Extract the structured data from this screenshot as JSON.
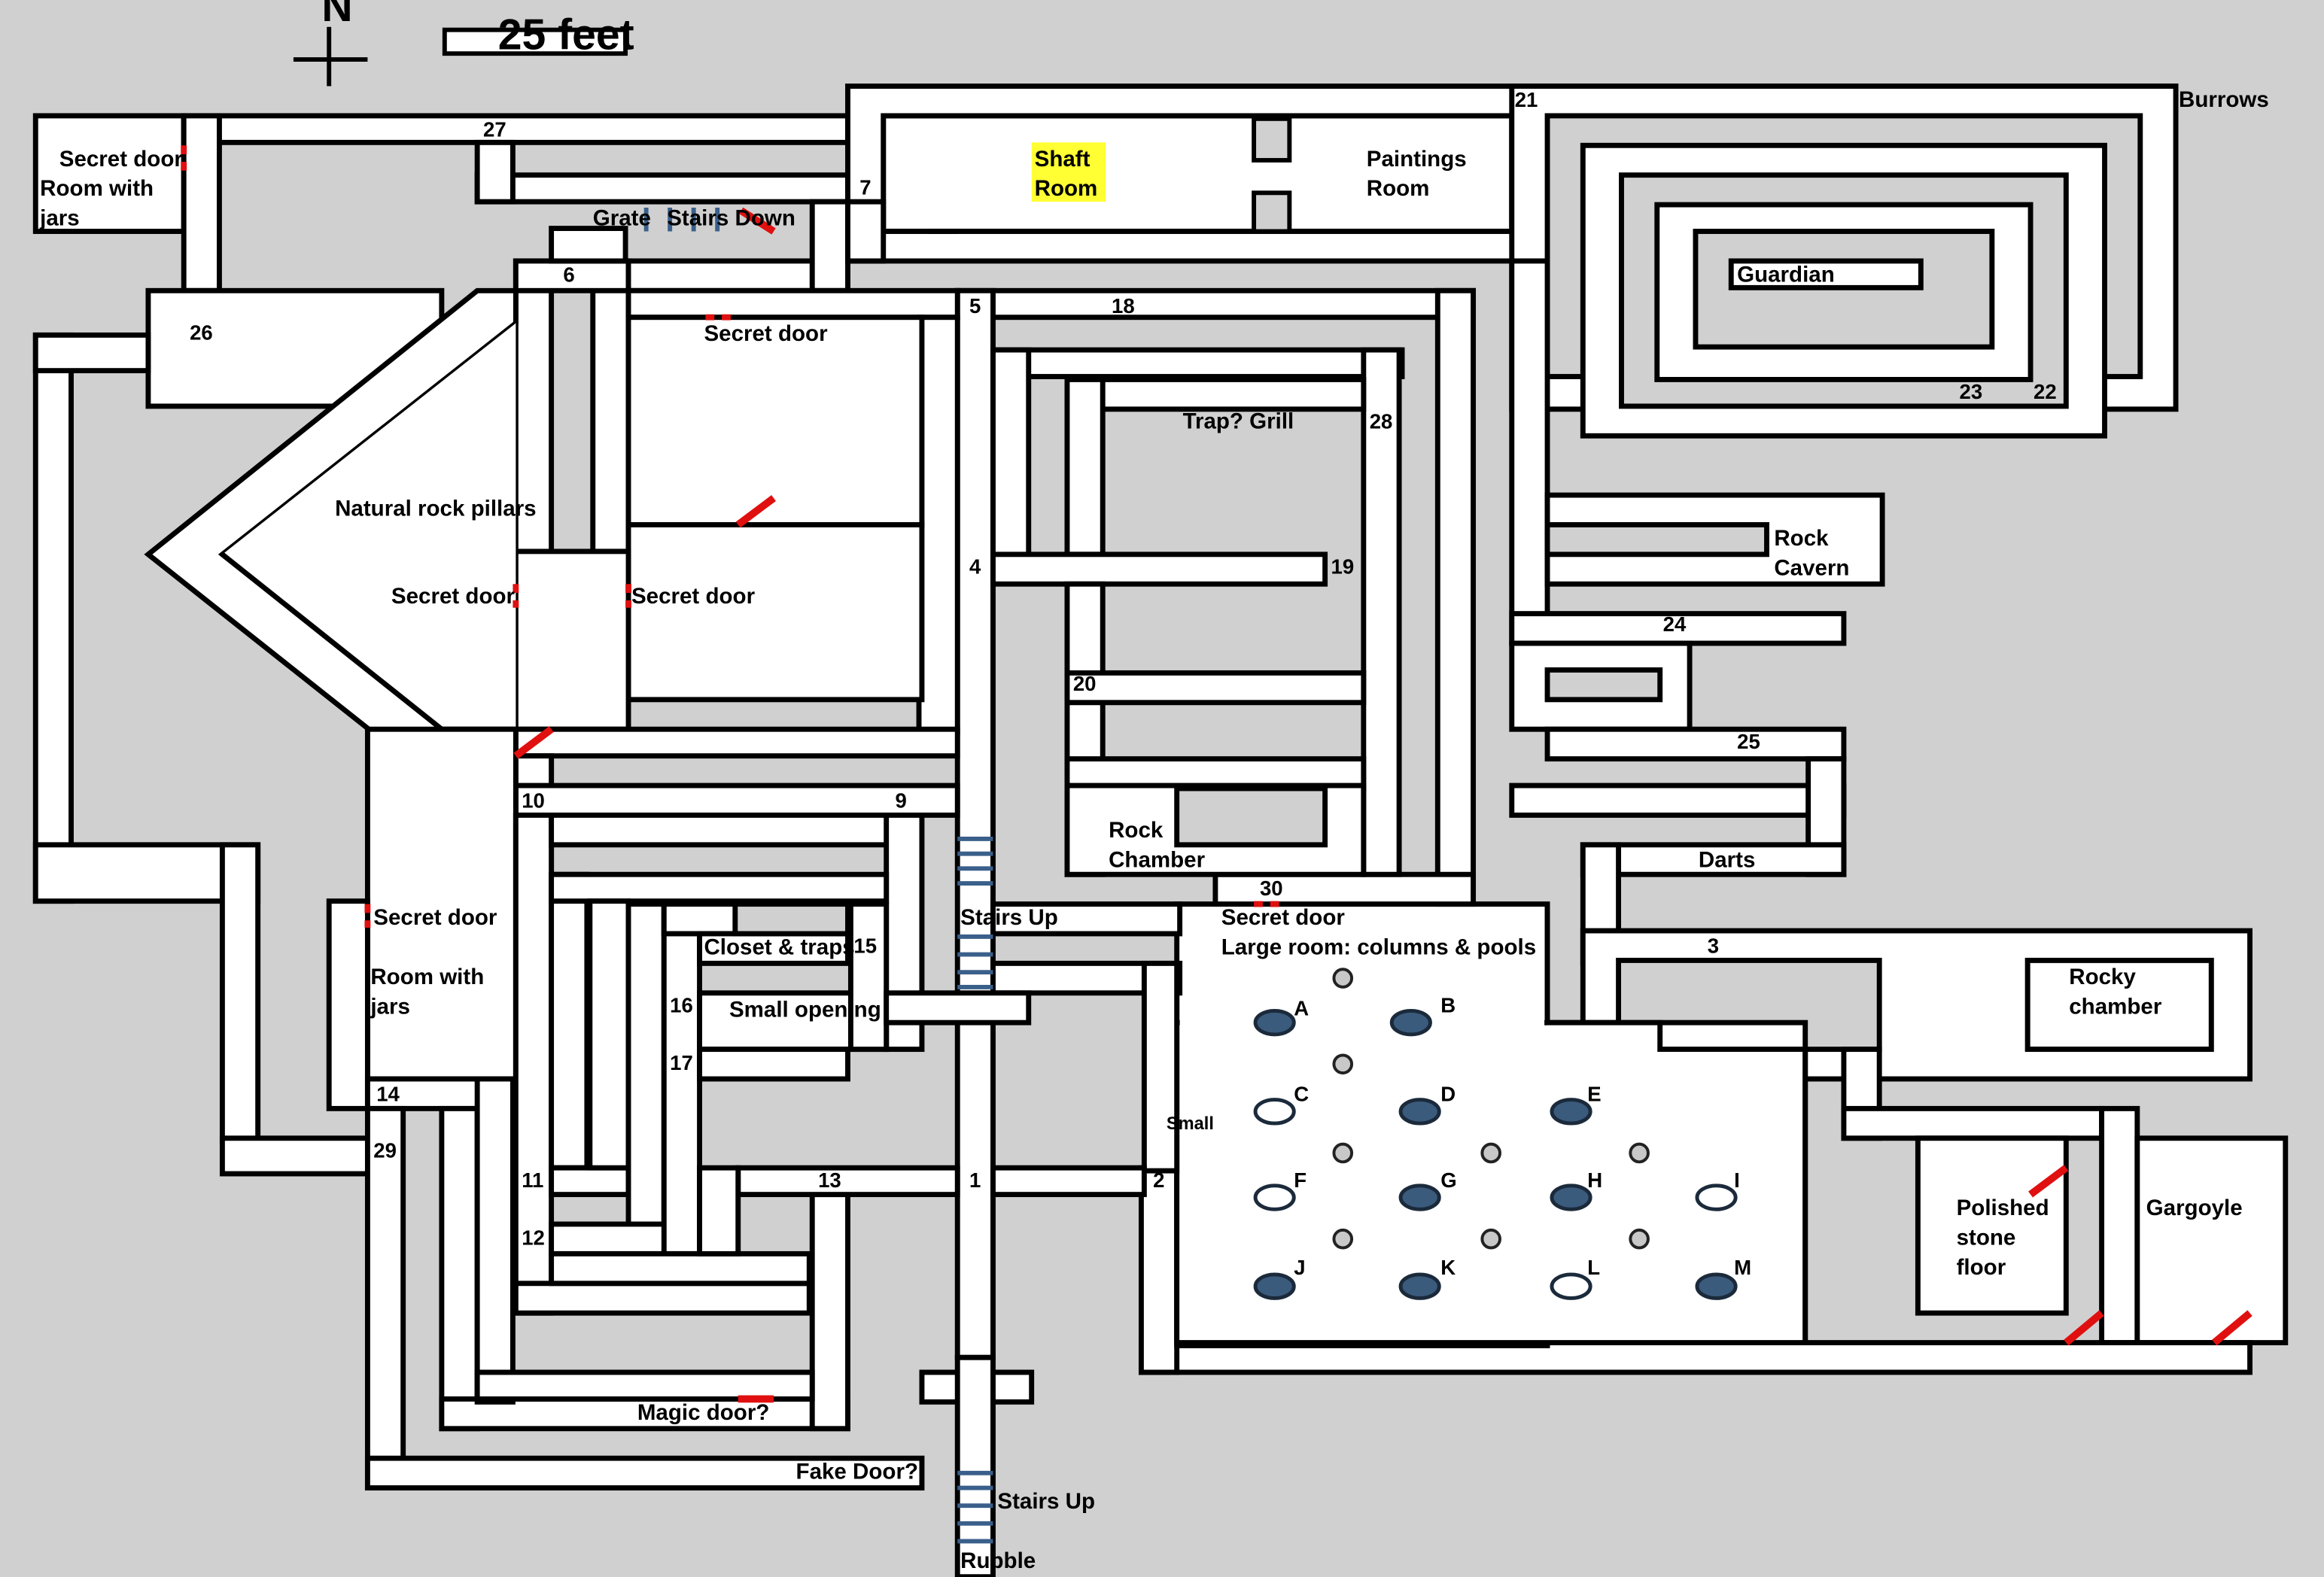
{
  "compass": {
    "north": "N"
  },
  "scale": {
    "label": "25 feet"
  },
  "rooms": {
    "secret_door_jars": "Secret door",
    "room_with_jars_top_1": "Room with",
    "room_with_jars_top_2": "jars",
    "shaft_room_1": "Shaft",
    "shaft_room_2": "Room",
    "paintings_room_1": "Paintings",
    "paintings_room_2": "Room",
    "burrows": "Burrows",
    "guardian": "Guardian",
    "grate": "Grate",
    "stairs_down": "Stairs Down",
    "secret_door_top": "Secret door",
    "natural_rock_pillars": "Natural rock pillars",
    "secret_door_left": "Secret door",
    "secret_door_mid": "Secret door",
    "trap_grill": "Trap?  Grill",
    "rock_cavern_1": "Rock",
    "rock_cavern_2": "Cavern",
    "rock_chamber_1": "Rock",
    "rock_chamber_2": "Chamber",
    "darts": "Darts",
    "secret_door_30": "Secret door",
    "large_room": "Large room: columns & pools",
    "stairs_up_mid": "Stairs Up",
    "secret_door_lower": "Secret door",
    "room_with_jars_bottom_1": "Room with",
    "room_with_jars_bottom_2": "jars",
    "closet_traps": "Closet & traps",
    "small_opening": "Small opening",
    "small": "Small",
    "rocky_chamber_1": "Rocky",
    "rocky_chamber_2": "chamber",
    "polished_1": "Polished",
    "polished_2": "stone",
    "polished_3": "floor",
    "gargoyle": "Gargoyle",
    "magic_door": "Magic door?",
    "fake_door": "Fake Door?",
    "stairs_up_bottom": "Stairs Up",
    "rubble": "Rubble"
  },
  "numbers": [
    "1",
    "2",
    "3",
    "4",
    "5",
    "6",
    "7",
    "9",
    "10",
    "11",
    "12",
    "13",
    "14",
    "15",
    "16",
    "17",
    "18",
    "19",
    "20",
    "21",
    "22",
    "23",
    "24",
    "25",
    "26",
    "27",
    "28",
    "29",
    "30"
  ],
  "pools": [
    "A",
    "B",
    "C",
    "D",
    "E",
    "F",
    "G",
    "H",
    "I",
    "J",
    "K",
    "L",
    "M"
  ],
  "colors": {
    "background": "#d0d0d0",
    "corridor": "#ffffff",
    "door": "#e01010",
    "pool": "#3b5b7d",
    "highlight": "#ffff33"
  }
}
